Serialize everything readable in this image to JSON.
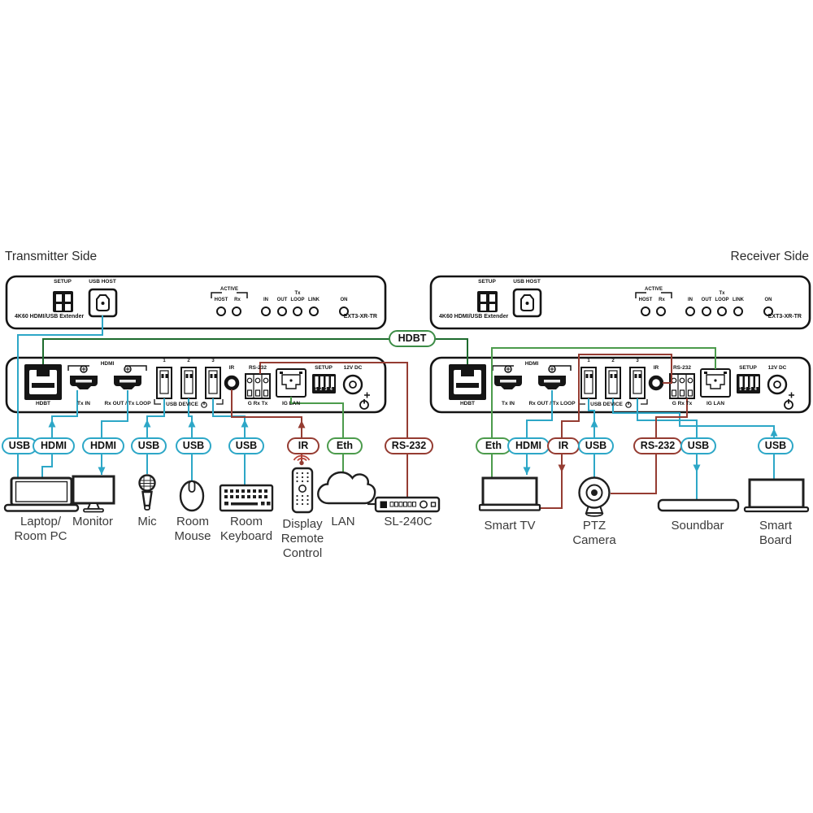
{
  "headings": {
    "left": "Transmitter Side",
    "right": "Receiver Side"
  },
  "hdbt_link_label": "HDBT",
  "front_panel": {
    "setup": "SETUP",
    "usb_host": "USB HOST",
    "active": "ACTIVE",
    "led_labels": {
      "host": "HOST",
      "rx": "Rx",
      "in": "IN",
      "out": "OUT",
      "tx": "Tx",
      "loop": "LOOP",
      "link": "LINK",
      "on": "ON"
    },
    "product": "4K60 HDMI/USB Extender",
    "model": "EXT3-XR-TR"
  },
  "rear_panel": {
    "hdbt": "HDBT",
    "hdmi": "HDMI",
    "tx_in": "Tx IN",
    "rx_out": "Rx OUT / Tx LOOP",
    "usb1": "1",
    "usb2": "2",
    "usb3": "3",
    "usb_device": "USB DEVICE",
    "ir": "IR",
    "rs232": "RS-232",
    "rs232_pins": "G Rx Tx",
    "ig_lan": "IG LAN",
    "setup": "SETUP",
    "dip_numbers": "1 2 3 4",
    "power": "12V DC"
  },
  "left_side": {
    "ovals": [
      {
        "label": "USB"
      },
      {
        "label": "HDMI"
      },
      {
        "label": "HDMI"
      },
      {
        "label": "USB"
      },
      {
        "label": "USB"
      },
      {
        "label": "USB"
      },
      {
        "label": "IR"
      },
      {
        "label": "Eth"
      },
      {
        "label": "RS-232"
      }
    ],
    "devices": [
      {
        "label": "Laptop/\nRoom PC"
      },
      {
        "label": "Monitor"
      },
      {
        "label": "Mic"
      },
      {
        "label": "Room\nMouse"
      },
      {
        "label": "Room\nKeyboard"
      },
      {
        "label": "Display\nRemote\nControl"
      },
      {
        "label": "LAN"
      },
      {
        "label": "SL-240C"
      }
    ]
  },
  "right_side": {
    "ovals": [
      {
        "label": "Eth"
      },
      {
        "label": "HDMI"
      },
      {
        "label": "IR"
      },
      {
        "label": "USB"
      },
      {
        "label": "RS-232"
      },
      {
        "label": "USB"
      },
      {
        "label": "USB"
      }
    ],
    "devices": [
      {
        "label": "Smart TV"
      },
      {
        "label": "PTZ\nCamera"
      },
      {
        "label": "Soundbar"
      },
      {
        "label": "Smart\nBoard"
      }
    ]
  },
  "colors": {
    "usb_hdmi": "#2da7c7",
    "ethernet": "#4c9b4c",
    "serial_ir": "#953c32",
    "hdbt_line": "#1d6b2d"
  }
}
